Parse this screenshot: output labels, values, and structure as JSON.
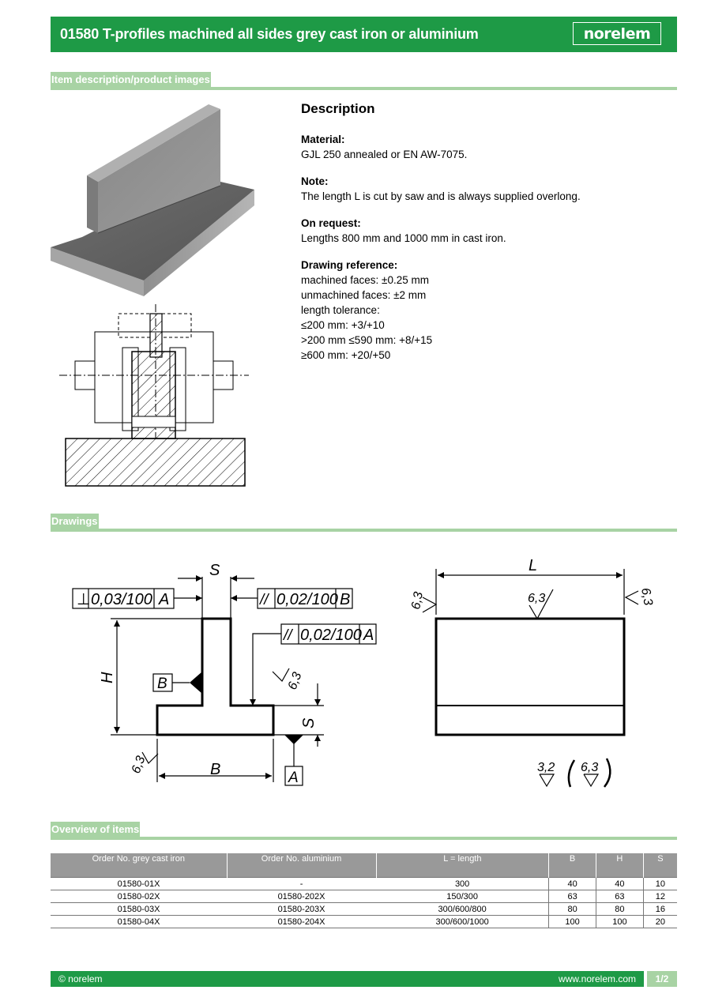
{
  "header": {
    "title": "01580 T-profiles machined all sides grey cast iron or aluminium",
    "logo": "norelem"
  },
  "sections": {
    "item_description": "Item description/product images",
    "drawings": "Drawings",
    "overview": "Overview of items"
  },
  "description": {
    "heading": "Description",
    "material_label": "Material:",
    "material_text": "GJL 250 annealed or EN AW-7075.",
    "note_label": "Note:",
    "note_text": "The length L is cut by saw and is always supplied overlong.",
    "request_label": "On request:",
    "request_text": "Lengths 800 mm and 1000 mm in cast iron.",
    "drawing_label": "Drawing reference:",
    "drawing_lines": [
      "machined faces: ±0.25 mm",
      "unmachined faces: ±2 mm",
      "length tolerance:",
      "≤200 mm: +3/+10",
      ">200 mm ≤590 mm: +8/+15",
      "≥600 mm: +20/+50"
    ]
  },
  "drawing": {
    "dim_S": "S",
    "dim_H": "H",
    "dim_B": "B",
    "dim_L": "L",
    "datum_A": "A",
    "datum_B": "B",
    "perp_symbol": "⊥",
    "perp_tol": "0,03/100",
    "par_symbol": "//",
    "par_tol_1": "0,02/100",
    "par_tol_2": "0,02/100",
    "rough_63": "6,3",
    "rough_32": "3,2"
  },
  "table": {
    "headers": [
      "Order No. grey cast iron",
      "Order No. aluminium",
      "L = length",
      "B",
      "H",
      "S"
    ],
    "rows": [
      [
        "01580-01X",
        "-",
        "300",
        "40",
        "40",
        "10"
      ],
      [
        "01580-02X",
        "01580-202X",
        "150/300",
        "63",
        "63",
        "12"
      ],
      [
        "01580-03X",
        "01580-203X",
        "300/600/800",
        "80",
        "80",
        "16"
      ],
      [
        "01580-04X",
        "01580-204X",
        "300/600/1000",
        "100",
        "100",
        "20"
      ]
    ]
  },
  "footer": {
    "copyright": "© norelem",
    "website": "www.norelem.com",
    "page": "1/2"
  }
}
